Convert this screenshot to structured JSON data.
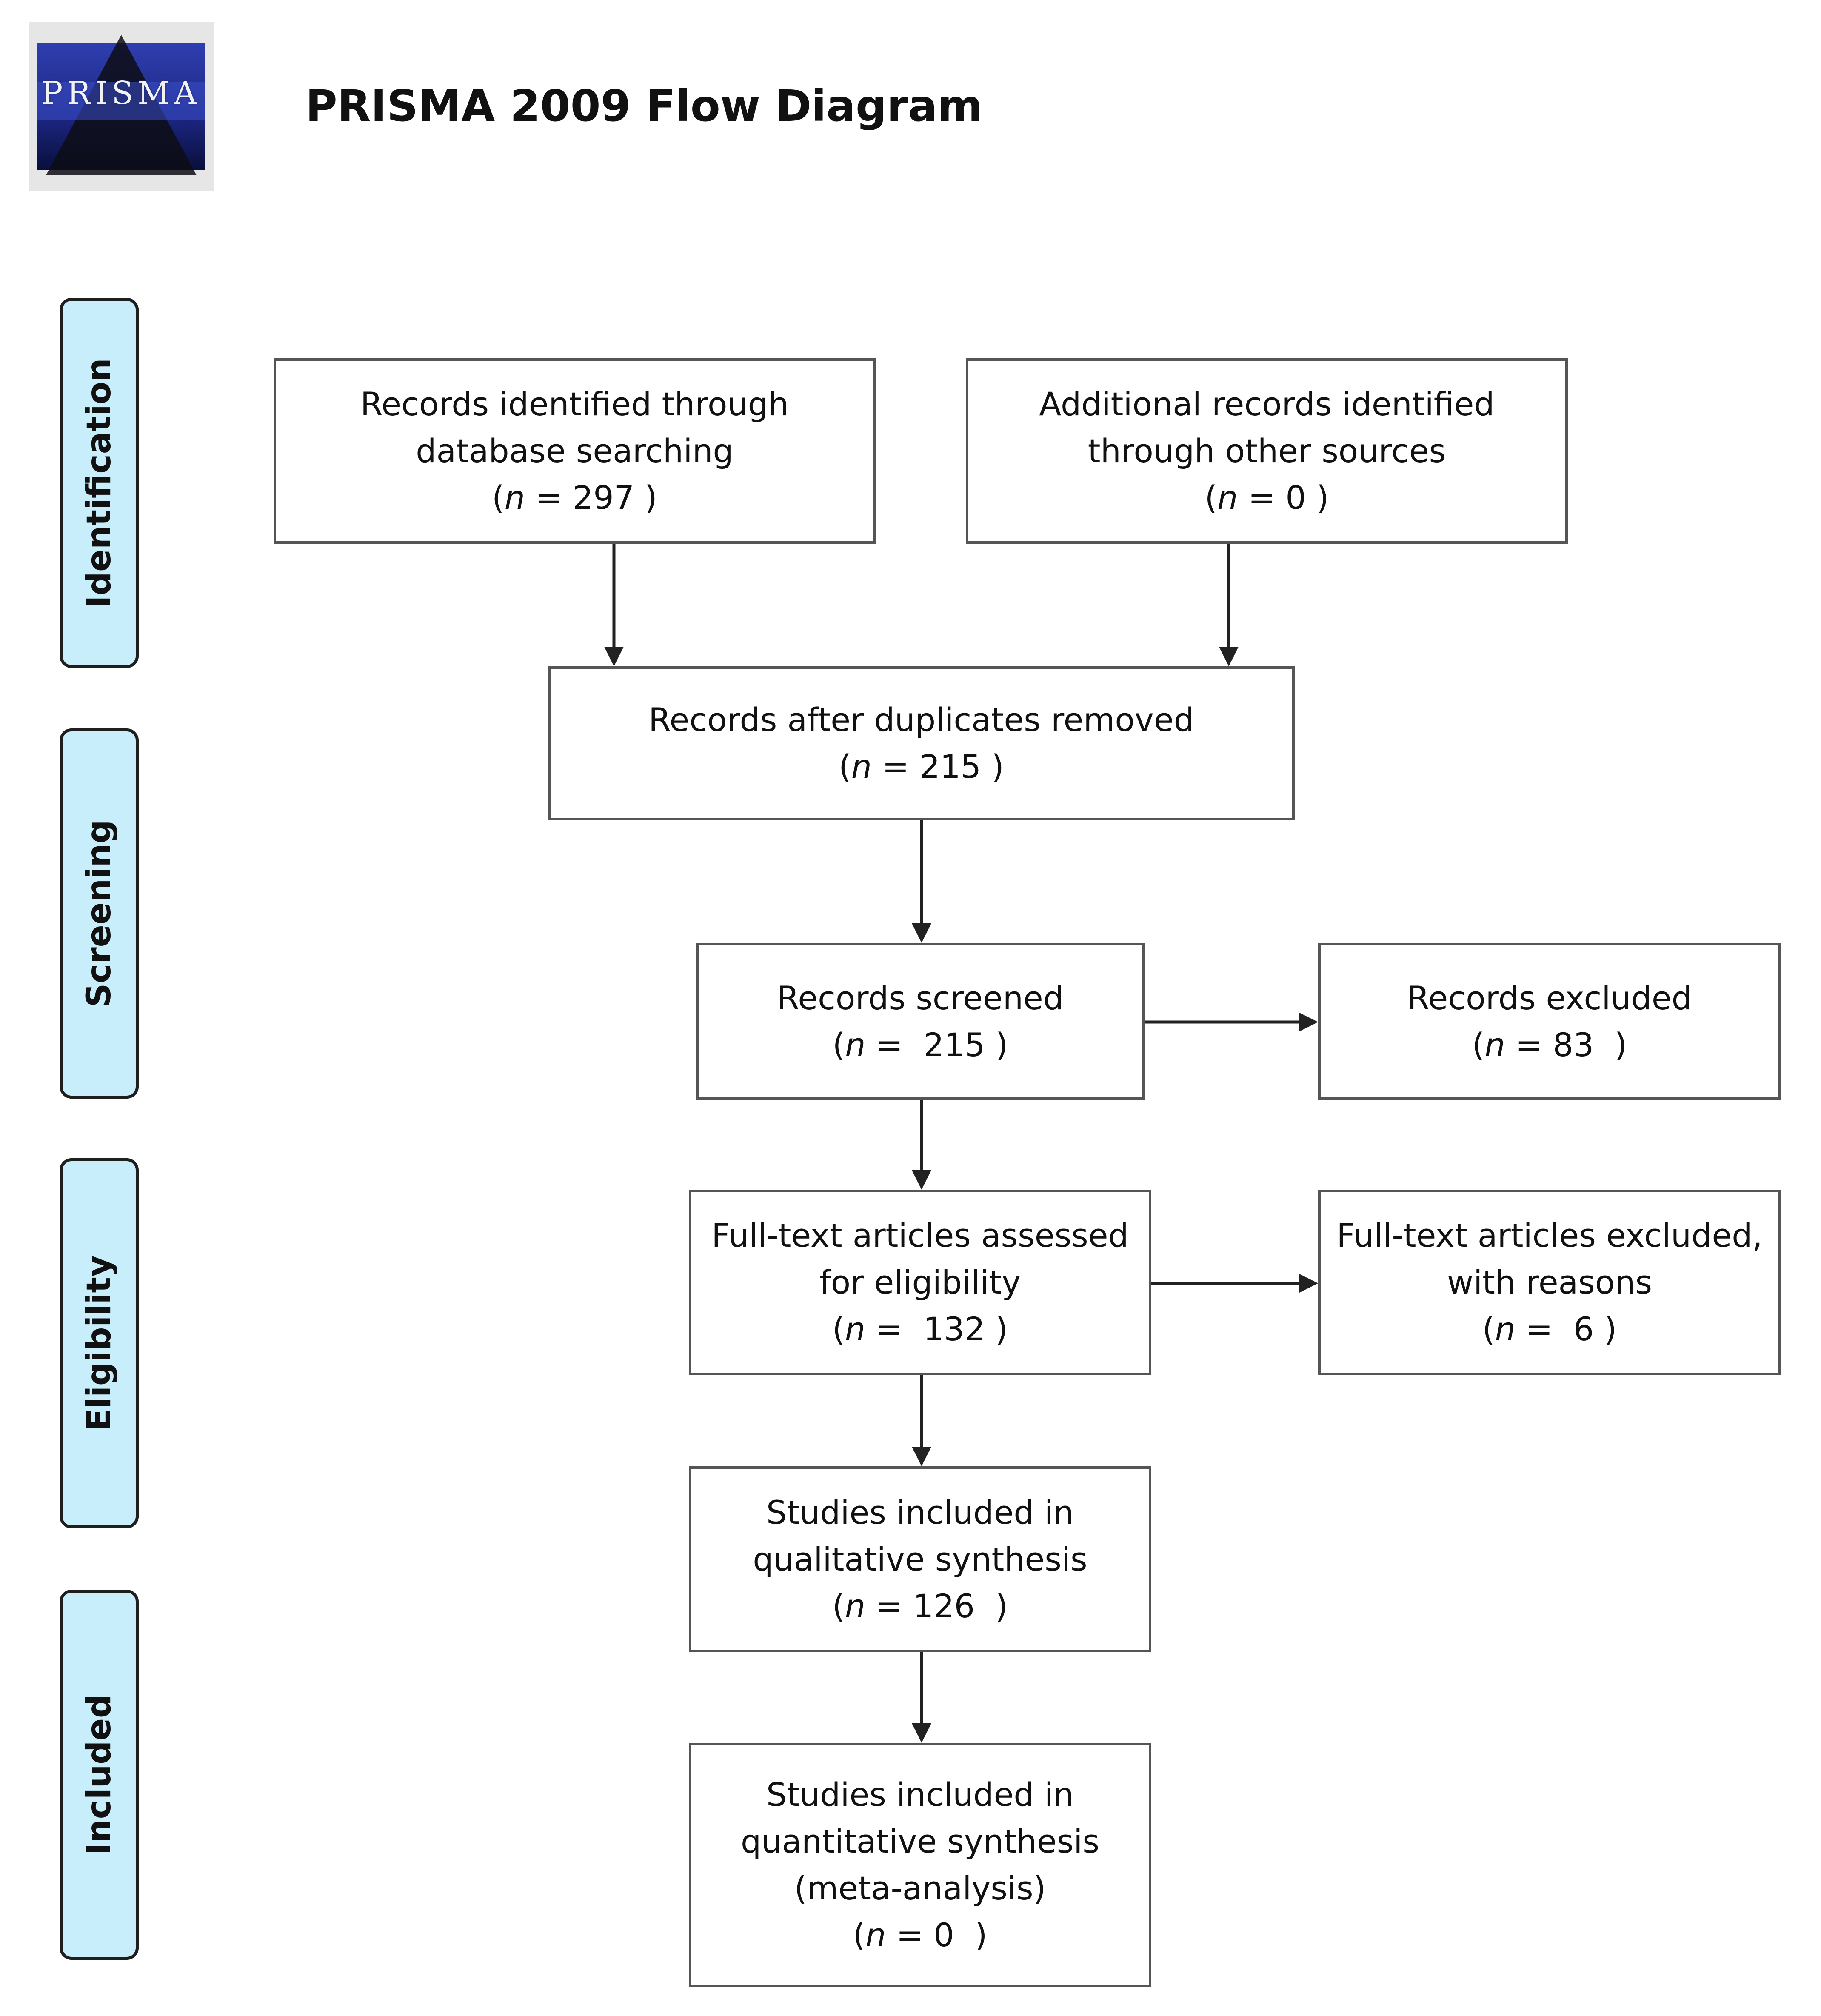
{
  "header": {
    "logo_text": "PRISMA",
    "title": "PRISMA 2009 Flow Diagram"
  },
  "phases": {
    "identification": "Identification",
    "screening": "Screening",
    "eligibility": "Eligibility",
    "included": "Included"
  },
  "boxes": {
    "database": {
      "lines": [
        "Records identified through",
        "database searching"
      ],
      "n_prefix": "(",
      "n_var": "n",
      "n_value": " = 297 )"
    },
    "other": {
      "lines": [
        "Additional records identified",
        "through other sources"
      ],
      "n_prefix": "(",
      "n_var": "n",
      "n_value": " = 0 )"
    },
    "duplicates": {
      "lines": [
        "Records after duplicates removed"
      ],
      "n_prefix": "(",
      "n_var": "n",
      "n_value": " = 215 )"
    },
    "screened": {
      "lines": [
        "Records screened"
      ],
      "n_prefix": "(",
      "n_var": "n",
      "n_value": " =  215 )"
    },
    "excluded": {
      "lines": [
        "Records excluded"
      ],
      "n_prefix": "(",
      "n_var": "n",
      "n_value": " = 83  )"
    },
    "fulltext": {
      "lines": [
        "Full-text articles assessed",
        "for eligibility"
      ],
      "n_prefix": "(",
      "n_var": "n",
      "n_value": " =  132 )"
    },
    "fulltext_excluded": {
      "lines": [
        "Full-text articles excluded,",
        "with reasons"
      ],
      "n_prefix": "(",
      "n_var": "n",
      "n_value": " =  6 )"
    },
    "qualitative": {
      "lines": [
        "Studies included in",
        "qualitative synthesis"
      ],
      "n_prefix": "(",
      "n_var": "n",
      "n_value": " = 126  )"
    },
    "quantitative": {
      "lines": [
        "Studies included in",
        "quantitative synthesis",
        "(meta-analysis)"
      ],
      "n_prefix": "(",
      "n_var": "n",
      "n_value": " = 0  )"
    }
  },
  "colors": {
    "phase_fill": "#c9eefb",
    "box_border": "#555555",
    "arrow": "#222222"
  }
}
